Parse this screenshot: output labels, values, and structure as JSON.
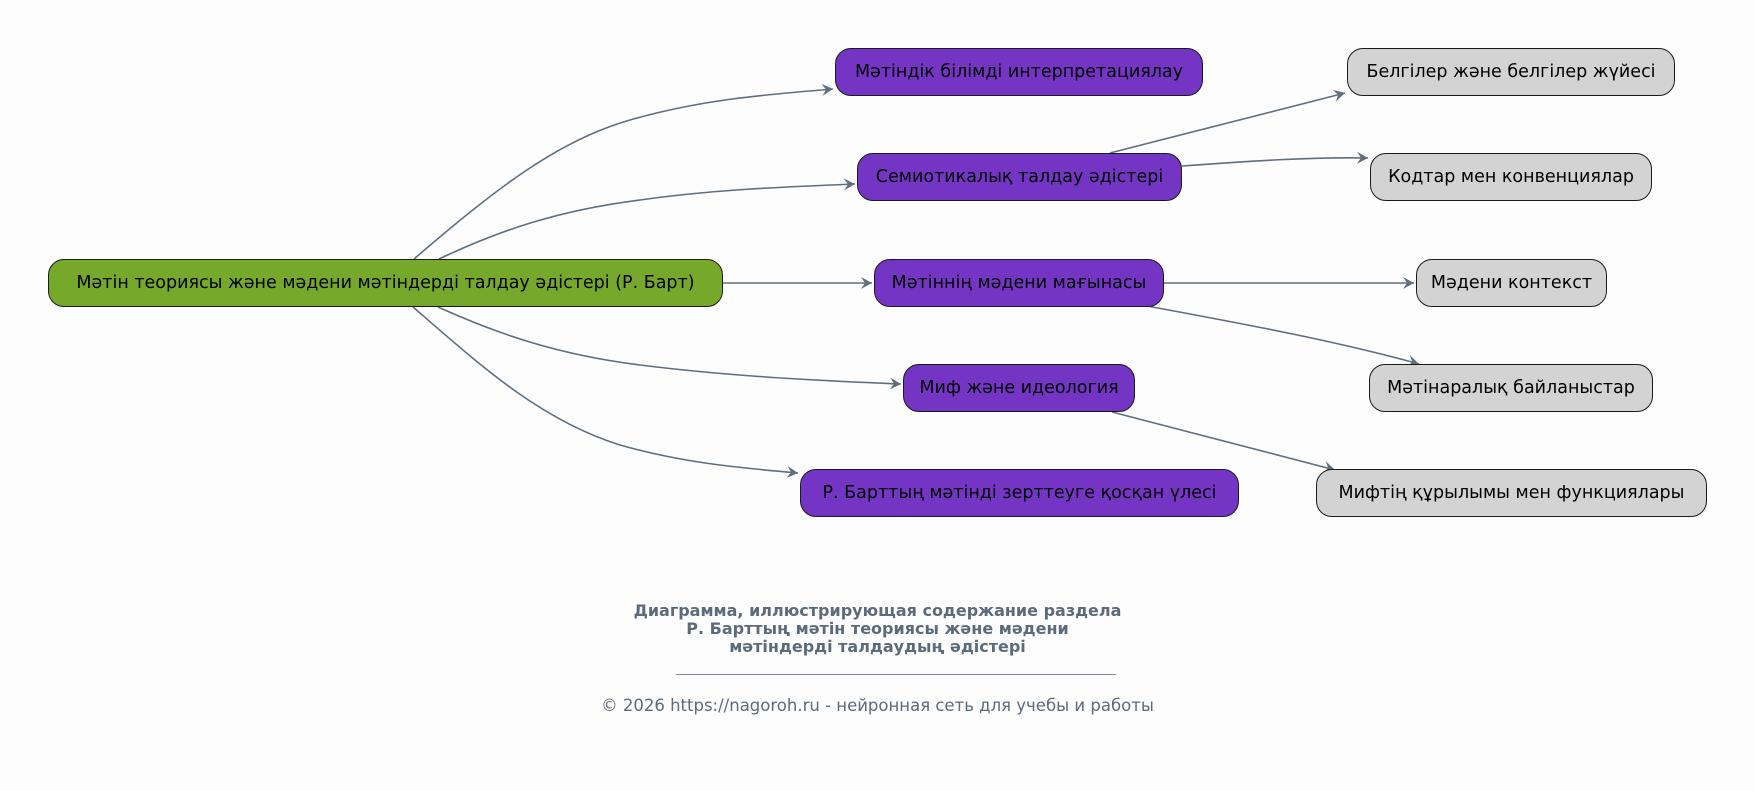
{
  "diagram": {
    "root": {
      "label": "Мәтін теориясы және мәдени мәтіндерді талдау әдістері (Р. Барт)"
    },
    "branches": [
      {
        "label": "Мәтіндік білімді интерпретациялау",
        "children": []
      },
      {
        "label": "Семиотикалық талдау әдістері",
        "children": [
          "Белгілер және белгілер жүйесі",
          "Кодтар мен конвенциялар"
        ]
      },
      {
        "label": "Мәтіннің мәдени мағынасы",
        "children": [
          "Мәдени контекст",
          "Мәтінаралық байланыстар"
        ]
      },
      {
        "label": "Миф және идеология",
        "children": [
          "Мифтің құрылымы мен функциялары"
        ]
      },
      {
        "label": "Р. Барттың мәтінді зерттеуге қосқан үлесі",
        "children": []
      }
    ],
    "leaves": [
      {
        "label": "Белгілер және белгілер жүйесі"
      },
      {
        "label": "Кодтар мен конвенциялар"
      },
      {
        "label": "Мәдени контекст"
      },
      {
        "label": "Мәтінаралық байланыстар"
      },
      {
        "label": "Мифтің құрылымы мен функциялары"
      }
    ],
    "colors": {
      "root": "#76a82b",
      "branch": "#7435c4",
      "leaf": "#d3d3d3",
      "edge": "#5f6e7e",
      "caption": "#5c6b7b"
    }
  },
  "footer": {
    "caption_lines": [
      "Диаграмма, иллюстрирующая содержание раздела",
      "Р. Барттың мәтін теориясы және мәдени",
      "мәтіндерді талдаудың әдістері"
    ],
    "copyright": "© 2026 https://nagoroh.ru - нейронная сеть для учебы и работы"
  }
}
